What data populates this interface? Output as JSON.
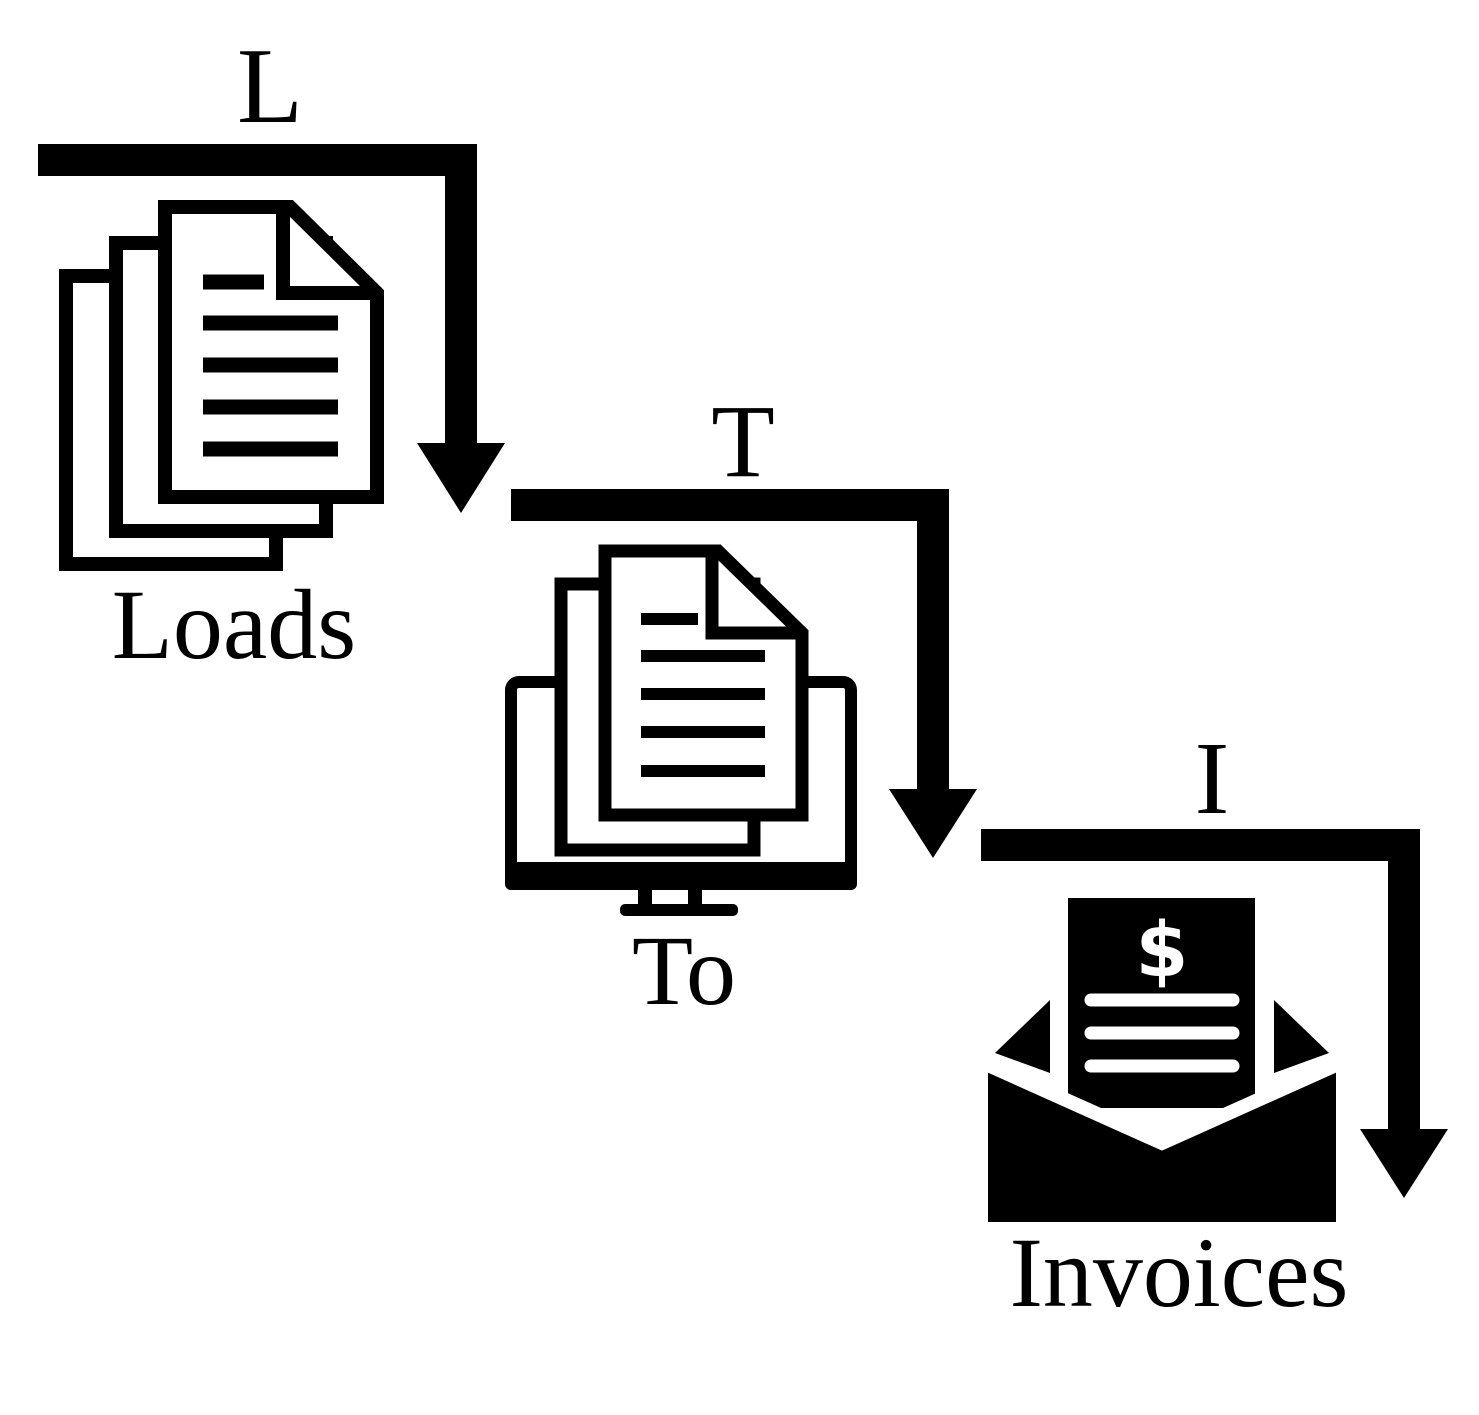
{
  "steps": [
    {
      "letter": "L",
      "label": "Loads",
      "icon": "document-stack-icon"
    },
    {
      "letter": "T",
      "label": "To",
      "icon": "monitor-documents-icon"
    },
    {
      "letter": "I",
      "label": "Invoices",
      "icon": "invoice-envelope-icon"
    }
  ],
  "icons": {
    "dollar_symbol": "$"
  },
  "colors": {
    "ink": "#000000",
    "background": "#ffffff"
  }
}
